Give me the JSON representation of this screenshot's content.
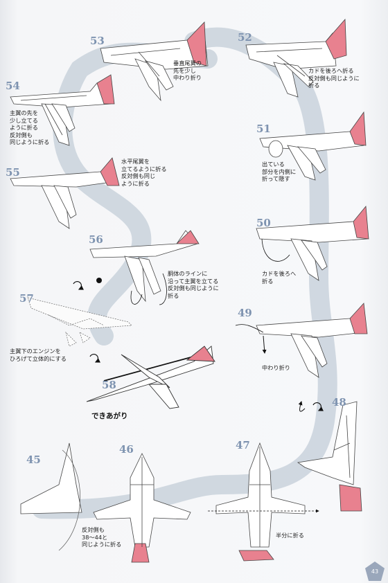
{
  "steps": [
    {
      "number": "53",
      "caption": "垂直尾翼の\n先を少し\n中わり折り"
    },
    {
      "number": "52",
      "caption": "カドを後ろへ折る\n反対側も同じように\n折る"
    },
    {
      "number": "54",
      "caption": "主翼の先を\n少し立てる\nように折る\n反対側も\n同じように折る"
    },
    {
      "number": "51",
      "caption": "出ている\n部分を内側に\n折って隠す"
    },
    {
      "number": "55",
      "caption": "水平尾翼を\n立てるように折る\n反対側も同じ\nように折る"
    },
    {
      "number": "50",
      "caption": "カドを後ろへ\n折る"
    },
    {
      "number": "56",
      "caption": "胴体のラインに\n沿って主翼を立てる\n反対側も同じように\n折る"
    },
    {
      "number": "57",
      "caption": "主翼下のエンジンを\nひろげて立体的にする"
    },
    {
      "number": "49",
      "caption": "中わり折り"
    },
    {
      "number": "58",
      "caption": "できあがり"
    },
    {
      "number": "48",
      "caption": ""
    },
    {
      "number": "45",
      "caption": ""
    },
    {
      "number": "46",
      "caption": "反対側も\n38〜44と\n同じように折る"
    },
    {
      "number": "47",
      "caption": "半分に折る"
    }
  ],
  "page_number": "43",
  "colors": {
    "accent_pink": "#e8818f",
    "path_band": "#c9d2dc",
    "step_number": "#7e93b0"
  }
}
